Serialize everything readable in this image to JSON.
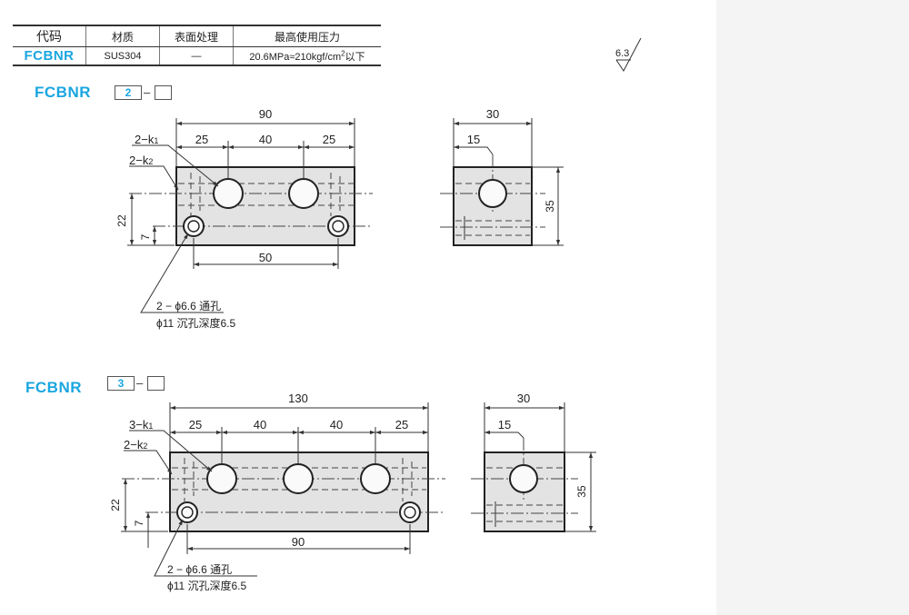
{
  "spec_table": {
    "headers": [
      "代码",
      "材质",
      "表面处理",
      "最高使用压力"
    ],
    "row": {
      "code": "FCBNR",
      "material": "SUS304",
      "surface": "—",
      "pressure_main": "20.6MPa≈210kgf/cm",
      "pressure_sup": "2",
      "pressure_tail": "以下"
    }
  },
  "roughness": {
    "value": "6.3"
  },
  "section2": {
    "code": "FCBNR",
    "selector": "2",
    "dash": "–",
    "overall_length": "90",
    "pitch": [
      "25",
      "40",
      "25"
    ],
    "label_k1": "2−k",
    "label_k1_sub": "1",
    "label_k2": "2−k",
    "label_k2_sub": "2",
    "height_22": "22",
    "height_7": "7",
    "bottom_span": "50",
    "note_line1": "2 − ϕ6.6 通孔",
    "note_line2": "ϕ11 沉孔深度6.5",
    "side_width": "30",
    "side_offset": "15",
    "side_height": "35"
  },
  "section3": {
    "code": "FCBNR",
    "selector": "3",
    "dash": "–",
    "overall_length": "130",
    "pitch": [
      "25",
      "40",
      "40",
      "25"
    ],
    "label_k1": "3−k",
    "label_k1_sub": "1",
    "label_k2": "2−k",
    "label_k2_sub": "2",
    "height_22": "22",
    "height_7": "7",
    "bottom_span": "90",
    "note_line1": "2 − ϕ6.6 通孔",
    "note_line2": "ϕ11 沉孔深度6.5",
    "side_width": "30",
    "side_offset": "15",
    "side_height": "35"
  }
}
